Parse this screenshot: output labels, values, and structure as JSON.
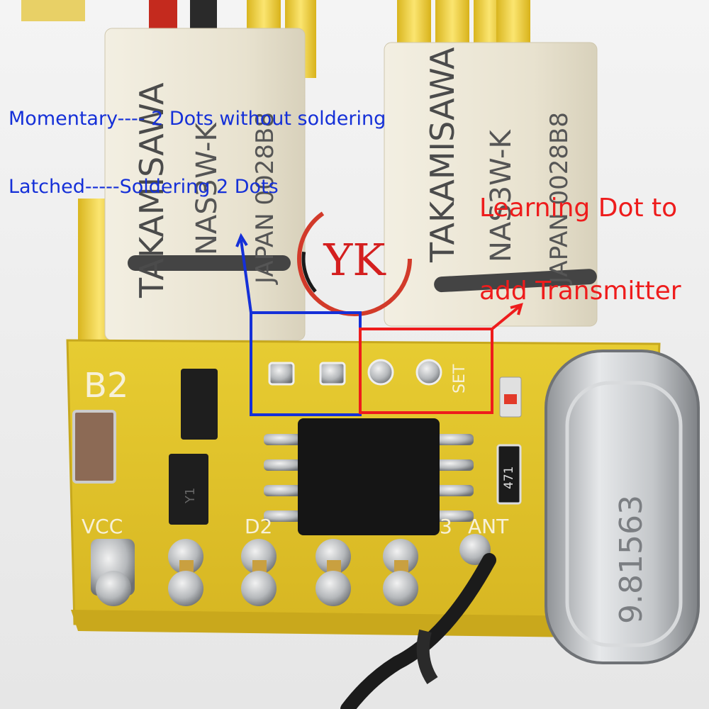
{
  "annotations": {
    "momentary": "Momentary---- 2 Dots without soldering",
    "latched": "Latched-----Soldering 2 Dots",
    "learning_line1": "Learning Dot to",
    "learning_line2": "add Transmitter"
  },
  "logo": {
    "text": "YK"
  },
  "relays": [
    {
      "brand": "TAKAMISAWA",
      "model": "NAS3W-K",
      "origin": "JAPAN 0028B8"
    },
    {
      "brand": "TAKAMISAWA",
      "model": "NAS3W-K",
      "origin": "JAPAN 0028B8"
    }
  ],
  "pcb": {
    "board_label": "B2",
    "pin_labels": {
      "vcc": "VCC",
      "d2": "D2",
      "d3": "3",
      "ant": "ANT"
    },
    "set_label": "SET",
    "resistor_label": "471",
    "transistor_label": "Y1"
  },
  "crystal": {
    "marking": "9.81563"
  },
  "colors": {
    "annotation_blue": "#1530d8",
    "annotation_red": "#ee1c1c",
    "pcb_yellow": "#e0c22a",
    "wire_yellow": "#f2d43a"
  }
}
